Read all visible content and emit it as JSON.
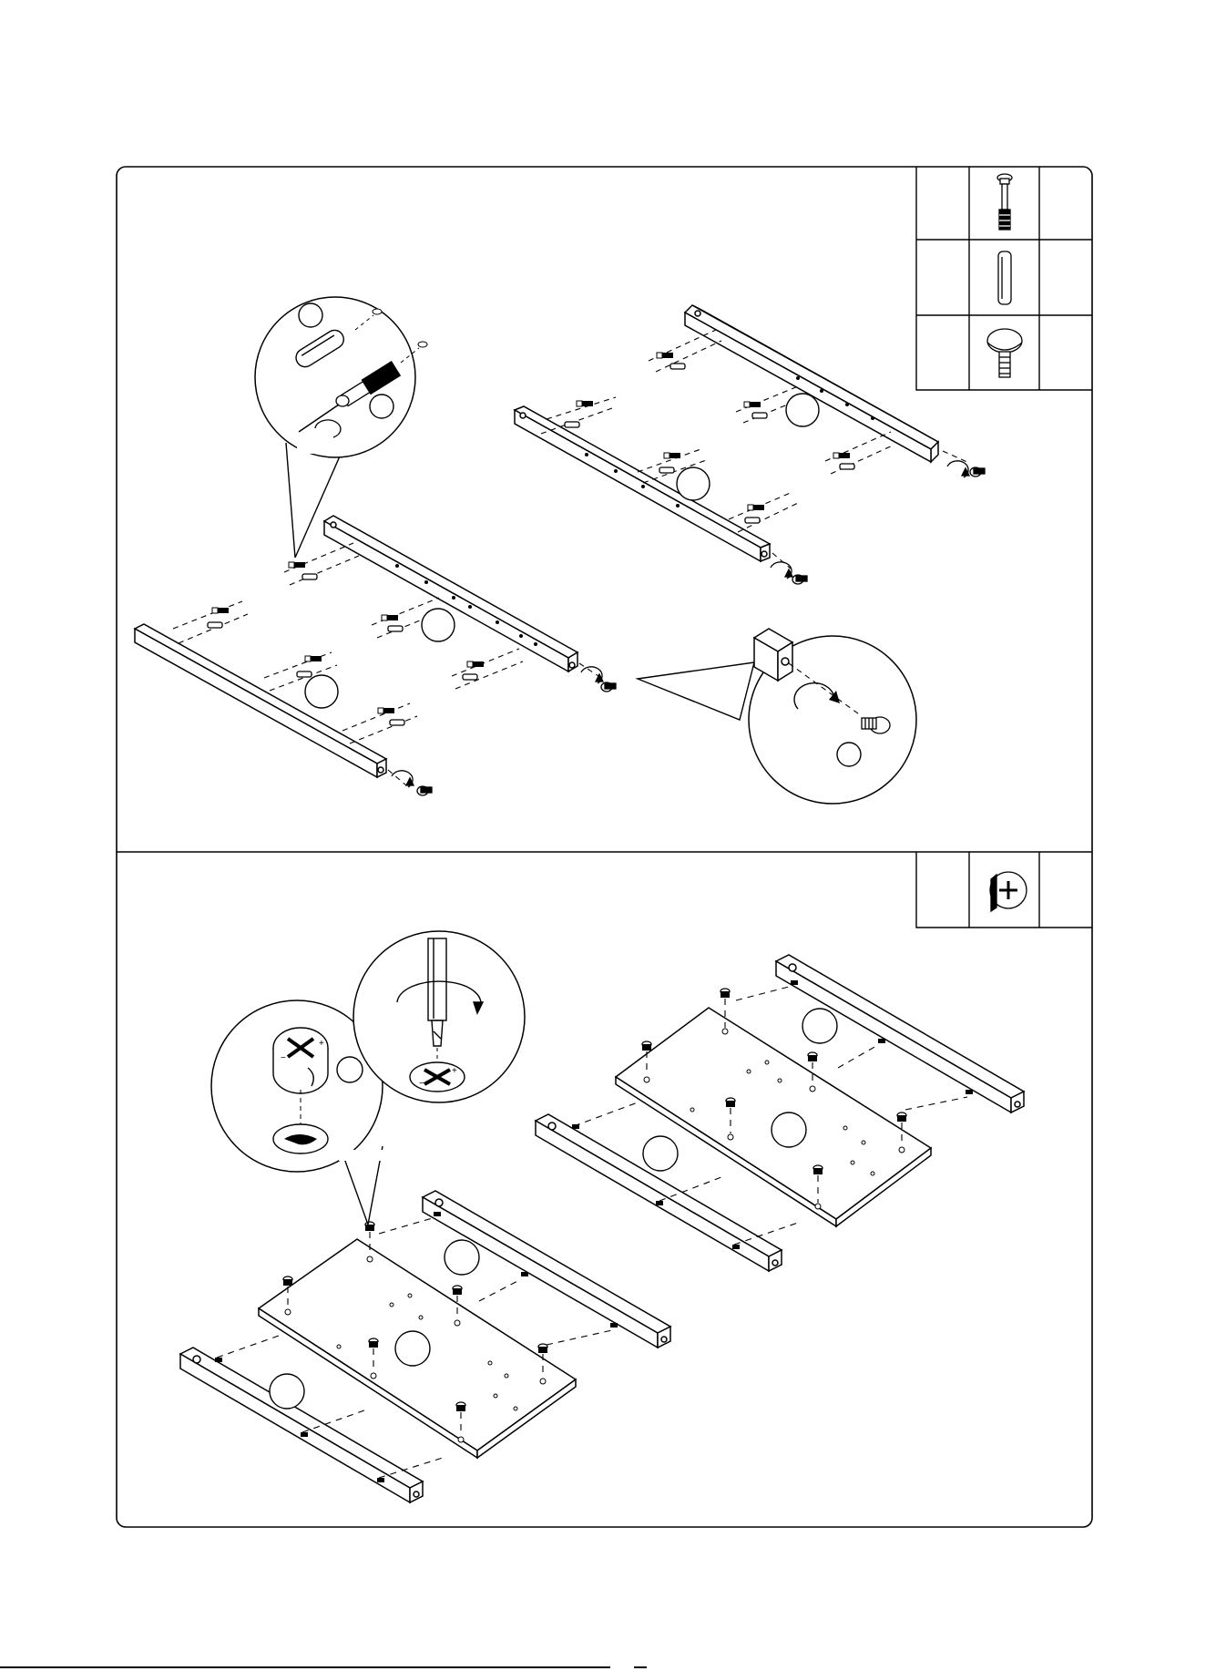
{
  "document": {
    "type": "assembly-instructions",
    "steps": [
      {
        "parts_table": [
          {
            "part_icon": "connector-bolt-icon"
          },
          {
            "part_icon": "wooden-dowel-icon"
          },
          {
            "part_icon": "short-bolt-icon"
          }
        ],
        "main_illustration": "two-rail-pairs-with-bolts-and-dowels",
        "detail_callouts": [
          "dowel-and-bolt-detail",
          "rail-end-bolt-detail"
        ]
      },
      {
        "parts_table": [
          {
            "part_icon": "cam-lock-icon"
          }
        ],
        "main_illustration": "panels-on-rails-with-cam-locks",
        "detail_callouts": [
          "cam-lock-insert-detail",
          "screwdriver-tighten-detail"
        ]
      }
    ]
  },
  "colors": {
    "line": "#000000",
    "background": "#ffffff",
    "fill": "#ffffff"
  }
}
